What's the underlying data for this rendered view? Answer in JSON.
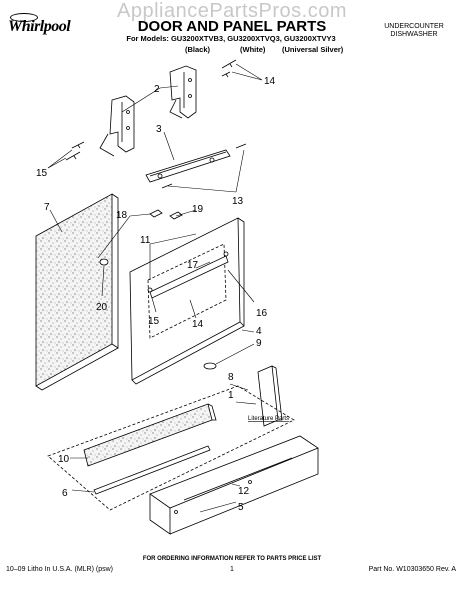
{
  "watermark": "AppliancePartsPros.com",
  "brand": "Whirlpool",
  "header": {
    "title": "DOOR AND PANEL PARTS",
    "models": "For Models: GU3200XTVB3, GU3200XTVQ3, GU3200XTVY3",
    "colors": [
      "(Black)",
      "(White)",
      "(Universal Silver)"
    ],
    "category_line1": "UNDERCOUNTER",
    "category_line2": "DISHWASHER"
  },
  "callouts": [
    "1",
    "2",
    "3",
    "4",
    "5",
    "6",
    "7",
    "8",
    "9",
    "10",
    "11",
    "12",
    "13",
    "14",
    "15",
    "15",
    "16",
    "17",
    "18",
    "19",
    "20",
    "20"
  ],
  "literature_label": "Literature Parts",
  "footer": {
    "note": "FOR ORDERING INFORMATION REFER TO PARTS PRICE LIST",
    "left": "10–09 Litho In U.S.A. (MLR) (psw)",
    "page": "1",
    "right": "Part No. W10303650 Rev. A"
  }
}
